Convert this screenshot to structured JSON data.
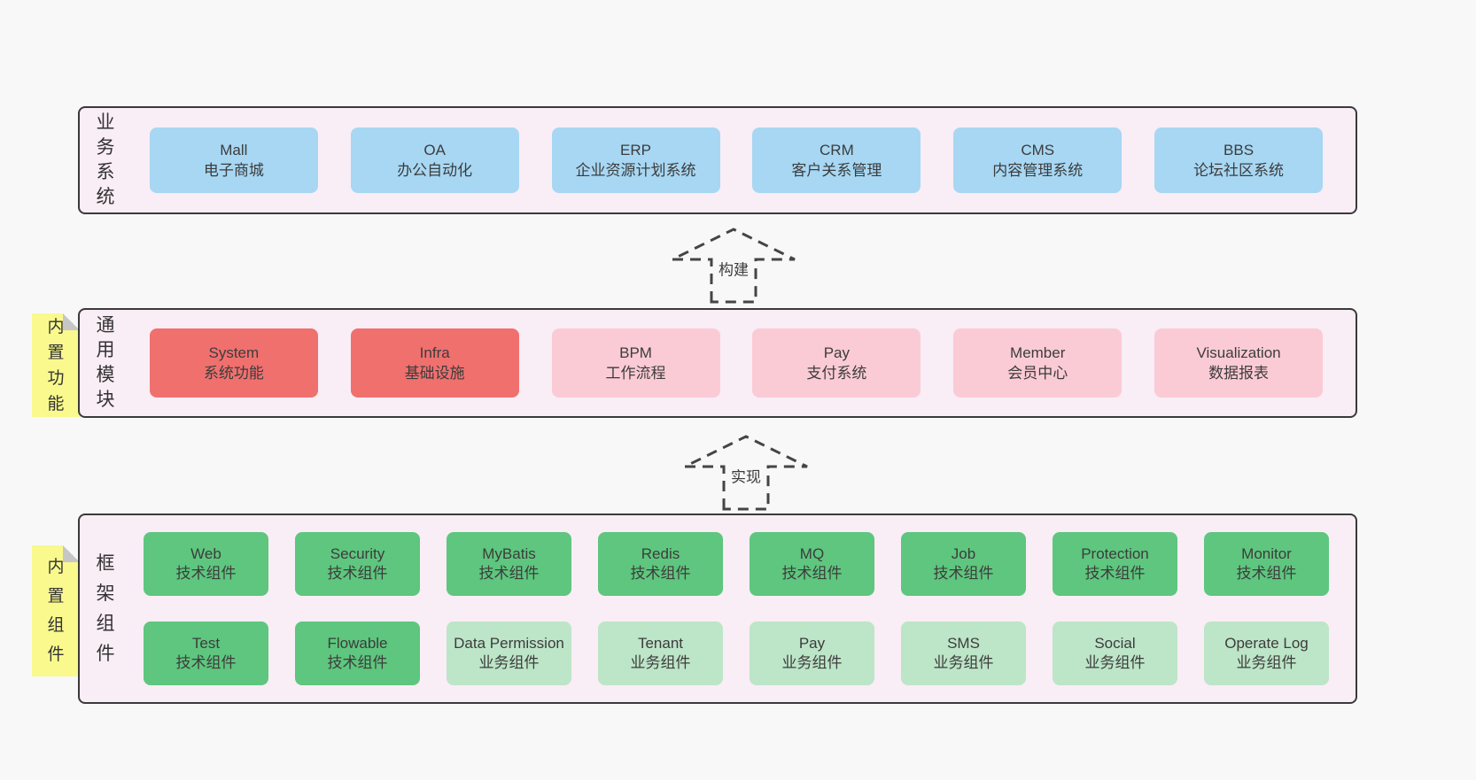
{
  "colors": {
    "page_bg": "#f8f8f8",
    "section_bg": "#f9edf6",
    "section_border": "#3a3a3a",
    "blue_box": "#a7d7f3",
    "red_box": "#f0706e",
    "pink_box": "#fbcbd5",
    "green_box": "#5ec67e",
    "light_green_box": "#bde5c8",
    "sticky_yellow": "#f9f98e",
    "text": "#3c3c3c"
  },
  "sections": {
    "business": {
      "label": "业务系统",
      "boxes": [
        {
          "name": "Mall",
          "desc": "电子商城"
        },
        {
          "name": "OA",
          "desc": "办公自动化"
        },
        {
          "name": "ERP",
          "desc": "企业资源计划系统"
        },
        {
          "name": "CRM",
          "desc": "客户关系管理"
        },
        {
          "name": "CMS",
          "desc": "内容管理系统"
        },
        {
          "name": "BBS",
          "desc": "论坛社区系统"
        }
      ]
    },
    "modules": {
      "label": "通用模块",
      "sticky": "内置功能",
      "boxes": [
        {
          "name": "System",
          "desc": "系统功能"
        },
        {
          "name": "Infra",
          "desc": "基础设施"
        },
        {
          "name": "BPM",
          "desc": "工作流程"
        },
        {
          "name": "Pay",
          "desc": "支付系统"
        },
        {
          "name": "Member",
          "desc": "会员中心"
        },
        {
          "name": "Visualization",
          "desc": "数据报表"
        }
      ]
    },
    "framework": {
      "label": "框架组件",
      "sticky": "内置组件",
      "row1": [
        {
          "name": "Web",
          "desc": "技术组件"
        },
        {
          "name": "Security",
          "desc": "技术组件"
        },
        {
          "name": "MyBatis",
          "desc": "技术组件"
        },
        {
          "name": "Redis",
          "desc": "技术组件"
        },
        {
          "name": "MQ",
          "desc": "技术组件"
        },
        {
          "name": "Job",
          "desc": "技术组件"
        },
        {
          "name": "Protection",
          "desc": "技术组件"
        },
        {
          "name": "Monitor",
          "desc": "技术组件"
        }
      ],
      "row2": [
        {
          "name": "Test",
          "desc": "技术组件"
        },
        {
          "name": "Flowable",
          "desc": "技术组件"
        },
        {
          "name": "Data Permission",
          "desc": "业务组件"
        },
        {
          "name": "Tenant",
          "desc": "业务组件"
        },
        {
          "name": "Pay",
          "desc": "业务组件"
        },
        {
          "name": "SMS",
          "desc": "业务组件"
        },
        {
          "name": "Social",
          "desc": "业务组件"
        },
        {
          "name": "Operate Log",
          "desc": "业务组件"
        }
      ]
    }
  },
  "arrows": [
    {
      "label": "构建"
    },
    {
      "label": "实现"
    }
  ]
}
